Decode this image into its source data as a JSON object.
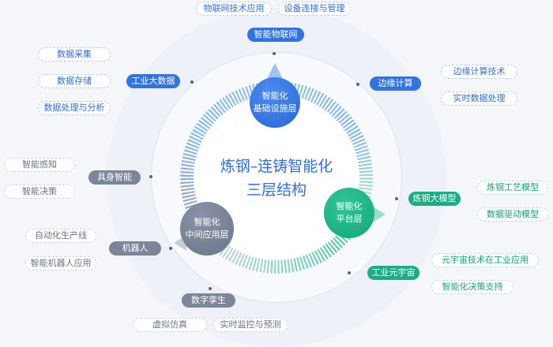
{
  "title": {
    "line1": "炼钢–连铸智能化",
    "line2": "三层结构"
  },
  "layers": {
    "infrastructure": {
      "line1": "智能化",
      "line2": "基础设施层"
    },
    "platform": {
      "line1": "智能化",
      "line2": "平台层"
    },
    "application": {
      "line1": "智能化",
      "line2": "中间应用层"
    }
  },
  "blue": {
    "iot": "智能物联网",
    "iot_items": [
      "物联网技术应用",
      "设备连接与管理"
    ],
    "bigdata": "工业大数据",
    "bigdata_items": [
      "数据采集",
      "数据存储",
      "数据处理与分析"
    ],
    "edge": "边缘计算",
    "edge_items": [
      "边缘计算技术",
      "实时数据处理"
    ]
  },
  "green": {
    "model": "炼钢大模型",
    "model_items": [
      "炼钢工艺模型",
      "数据驱动模型"
    ],
    "meta": "工业元宇宙",
    "meta_items": [
      "元宇宙技术在工业应用",
      "智能化决策支持"
    ]
  },
  "gray": {
    "embodied": "具身智能",
    "embodied_items": [
      "智能感知",
      "智能决策"
    ],
    "robot": "机器人",
    "robot_items": [
      "自动化生产线",
      "智能机器人应用"
    ],
    "twin": "数字孪生",
    "twin_items": [
      "虚拟仿真",
      "实时监控与预测"
    ]
  },
  "colors": {
    "blue": "#2f74e2",
    "green": "#1aae82",
    "gray": "#7c8699"
  }
}
